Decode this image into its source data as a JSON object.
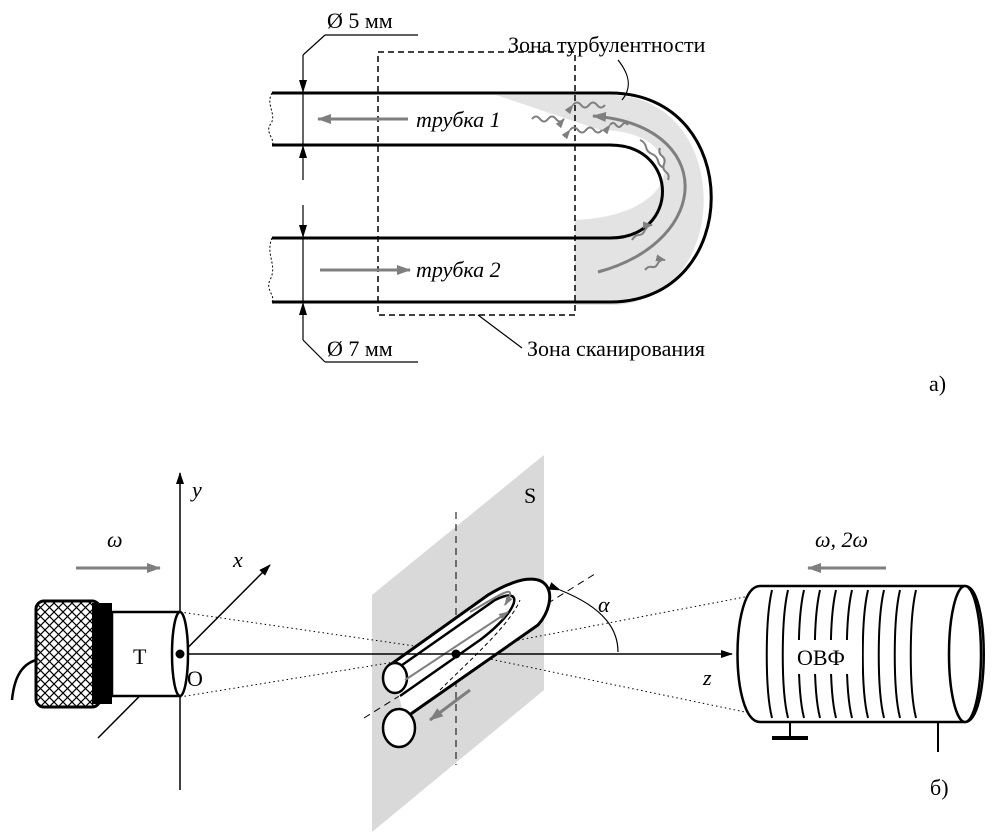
{
  "part_a": {
    "dim_top": "Ø 5 мм",
    "dim_bottom": "Ø 7 мм",
    "turbulence_label": "Зона турбулентности",
    "scan_label": "Зона сканирования",
    "tube1_label": "трубка 1",
    "tube2_label": "трубка 2",
    "panel_label": "а)"
  },
  "part_b": {
    "axis_y": "y",
    "axis_x": "x",
    "axis_z": "z",
    "origin": "O",
    "transducer": "Т",
    "omega_left": "ω",
    "omega_right": "ω, 2ω",
    "plane": "S",
    "angle": "α",
    "receiver": "ОВФ",
    "panel_label": "б)"
  },
  "colors": {
    "line": "#000000",
    "arrow_gray": "#7f7f7f",
    "zone_fill": "#e3e3e3",
    "plane_fill": "#d9d9d9"
  }
}
